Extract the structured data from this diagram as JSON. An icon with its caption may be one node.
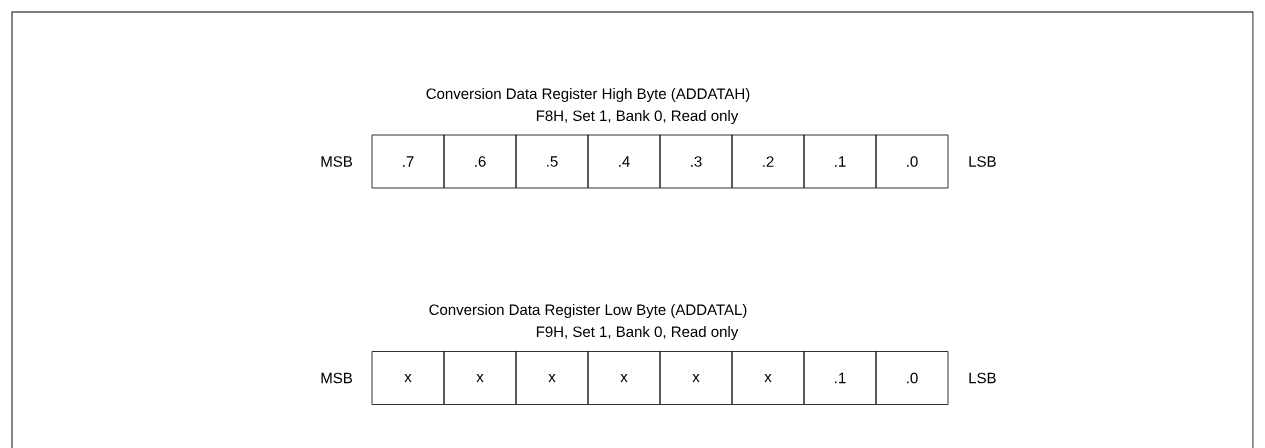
{
  "diagram": {
    "nodes": [
      {
        "text": [
          ".7"
        ]
      },
      {
        "text": [
          ".6"
        ]
      },
      {
        "text": [
          ".5"
        ]
      },
      {
        "text": [
          ".4"
        ]
      },
      {
        "text": [
          ".3"
        ]
      },
      {
        "text": [
          ".2"
        ]
      },
      {
        "text": [
          ".1"
        ]
      },
      {
        "text": [
          ".0"
        ]
      },
      {
        "text": [
          "x"
        ]
      },
      {
        "text": [
          "x"
        ]
      },
      {
        "text": [
          "x"
        ]
      },
      {
        "text": [
          "x"
        ]
      },
      {
        "text": [
          "x"
        ]
      },
      {
        "text": [
          "x"
        ]
      },
      {
        "text": [
          ".1"
        ]
      },
      {
        "text": [
          ".0"
        ]
      }
    ],
    "labels": [
      "Conversion Data Register High Byte (ADDATAH)",
      "F8H, Set 1, Bank 0, Read only",
      "MSB",
      "LSB",
      "Conversion Data Register Low Byte (ADDATAL)",
      "F9H, Set 1, Bank 0, Read only",
      "MSB",
      "LSB"
    ]
  }
}
